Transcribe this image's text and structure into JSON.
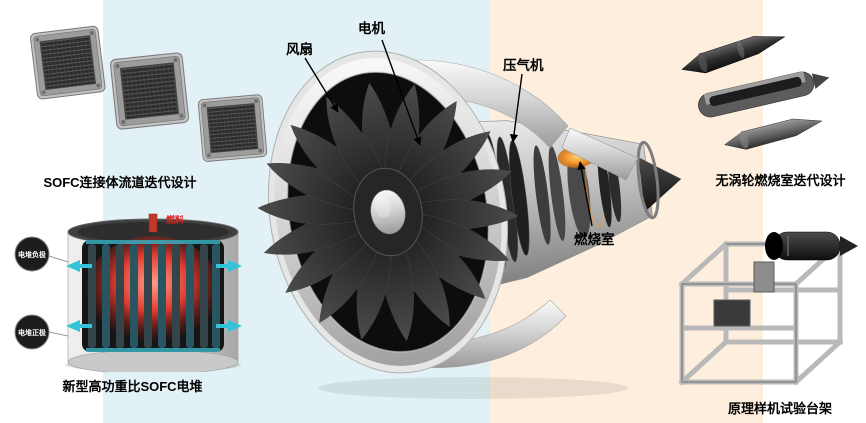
{
  "colors": {
    "bg_left": "#e1f1f5",
    "bg_right": "#fdeede",
    "flame_orange": "#f59b2e",
    "glow_red": "#e23b2e",
    "arrow_cyan": "#35c4d7"
  },
  "engine": {
    "labels": [
      {
        "id": "fan",
        "text": "风扇"
      },
      {
        "id": "motor",
        "text": "电机"
      },
      {
        "id": "compressor",
        "text": "压气机"
      },
      {
        "id": "combustor",
        "text": "燃烧室"
      }
    ]
  },
  "panels": {
    "interconnect": {
      "caption": "SOFC连接体流道迭代设计"
    },
    "stack": {
      "caption": "新型高功重比SOFC电堆",
      "fuel_label": "燃料",
      "negative_label": "电堆负极",
      "positive_label": "电堆正极"
    },
    "combustor_parts": {
      "caption": "无涡轮燃烧室迭代设计"
    },
    "test_rig": {
      "caption": "原理样机试验台架"
    }
  }
}
